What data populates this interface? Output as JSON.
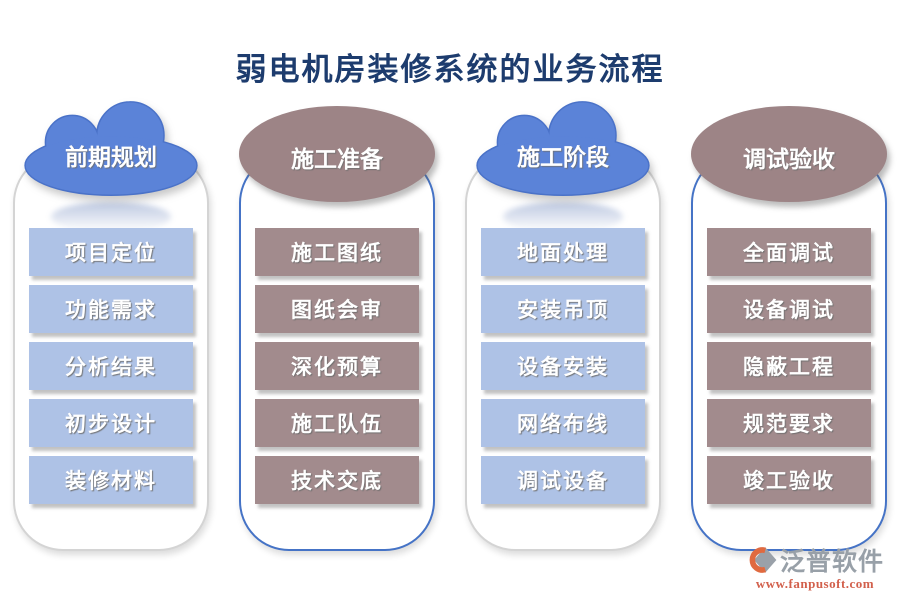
{
  "title": "弱电机房装修系统的业务流程",
  "columns": [
    {
      "header": "前期规划",
      "shape": "cloud",
      "theme": "blue",
      "items": [
        "项目定位",
        "功能需求",
        "分析结果",
        "初步设计",
        "装修材料"
      ]
    },
    {
      "header": "施工准备",
      "shape": "ellipse",
      "theme": "mauve",
      "items": [
        "施工图纸",
        "图纸会审",
        "深化预算",
        "施工队伍",
        "技术交底"
      ]
    },
    {
      "header": "施工阶段",
      "shape": "cloud",
      "theme": "blue",
      "items": [
        "地面处理",
        "安装吊顶",
        "设备安装",
        "网络布线",
        "调试设备"
      ]
    },
    {
      "header": "调试验收",
      "shape": "ellipse",
      "theme": "mauve",
      "items": [
        "全面调试",
        "设备调试",
        "隐蔽工程",
        "规范要求",
        "竣工验收"
      ]
    }
  ],
  "footer": {
    "brand": "泛普软件",
    "url": "www.fanpusoft.com"
  },
  "colors": {
    "title_text": "#1d3c6e",
    "cloud_blue": "#5b83d8",
    "cloud_outline": "#4a72c8",
    "ellipse_mauve": "#9d8486",
    "box_blue": "#aec2e6",
    "box_mauve": "#a28b8d",
    "container_border_gray": "#d4d4d4",
    "container_border_blue": "#4573c6",
    "brand_gray": "#98a0a8",
    "url_orange": "#d2604c"
  },
  "icons": {
    "brand_icon": "fanpu-diamond-swoosh-icon"
  }
}
